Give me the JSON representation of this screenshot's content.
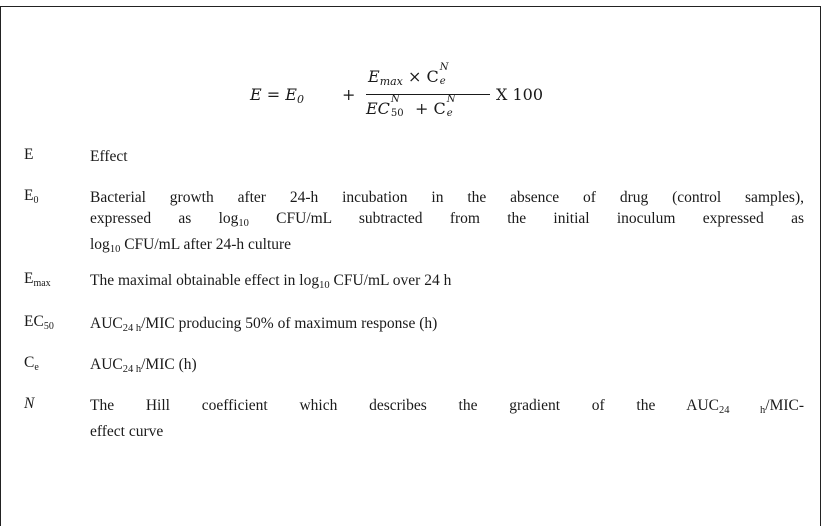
{
  "equation": {
    "lhs": "E = E",
    "lhs_sub": "0",
    "plus": "+",
    "numerator_main": "E",
    "numerator_sub": "max",
    "times": "× C",
    "numerator_c_sub": "e",
    "numerator_c_sup": "N",
    "denominator_main": "EC",
    "denominator_sub": "50",
    "denominator_sup": "N",
    "denominator_plus": "+ C",
    "denominator_c_sub": "e",
    "denominator_c_sup": "N",
    "tail": "X 100"
  },
  "definitions": [
    {
      "symbol": "E",
      "symbol_sub": "",
      "lines": [
        "Effect"
      ]
    },
    {
      "symbol": "E",
      "symbol_sub": "0",
      "lines": [
        "Bacterial growth after 24-h incubation in the absence of drug (control samples),",
        "expressed as log{10} CFU/mL subtracted from the initial inoculum expressed as",
        "log{10} CFU/mL after 24-h culture"
      ]
    },
    {
      "symbol": "E",
      "symbol_sub": "max",
      "lines": [
        "The maximal obtainable effect in log{10} CFU/mL over 24 h"
      ]
    },
    {
      "symbol": "EC",
      "symbol_sub": "50",
      "lines": [
        "AUC{24 h}/MIC producing 50% of maximum response (h)"
      ]
    },
    {
      "symbol": "C",
      "symbol_sub": "e",
      "lines": [
        "AUC{24 h}/MIC (h)"
      ]
    },
    {
      "symbol": "N",
      "symbol_sub": "",
      "lines": [
        "The Hill coefficient which describes the gradient of the AUC{24 h}/MIC-",
        "effect curve"
      ]
    }
  ]
}
